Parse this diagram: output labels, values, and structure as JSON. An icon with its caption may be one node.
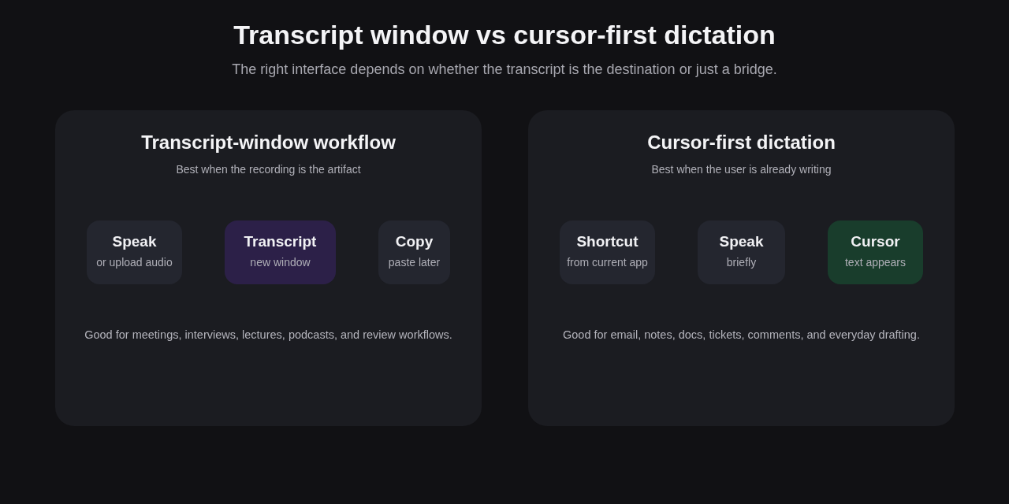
{
  "diagram": {
    "title": "Transcript window vs cursor-first dictation",
    "caption": "The right interface depends on whether the transcript is the destination or just a bridge.",
    "nodes": [
      {
        "text": [
          "Transcript-window workflow",
          "Best when the recording is the artifact",
          "Good for meetings, interviews, lectures, podcasts, and review workflows."
        ]
      },
      {
        "text": [
          "Speak",
          "or upload audio"
        ],
        "in": 0
      },
      {
        "text": [
          "Transcript",
          "new window"
        ],
        "in": 0
      },
      {
        "text": [
          "Copy",
          "paste later"
        ],
        "in": 0
      },
      {
        "text": [
          "Cursor-first dictation",
          "Best when the user is already writing",
          "Good for email, notes, docs, tickets, comments, and everyday drafting."
        ]
      },
      {
        "text": [
          "Shortcut",
          "from current app"
        ],
        "in": 4
      },
      {
        "text": [
          "Speak",
          "briefly"
        ],
        "in": 4
      },
      {
        "text": [
          "Cursor",
          "text appears"
        ],
        "in": 4
      }
    ]
  }
}
